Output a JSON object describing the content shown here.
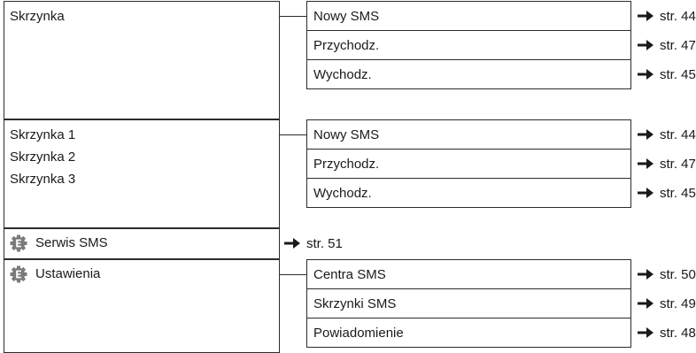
{
  "groups": [
    {
      "titles": [
        "Skrzynka"
      ],
      "icon": null,
      "items": [
        {
          "label": "Nowy SMS",
          "ref": "str. 44"
        },
        {
          "label": "Przychodz.",
          "ref": "str. 47"
        },
        {
          "label": "Wychodz.",
          "ref": "str. 45"
        }
      ]
    },
    {
      "titles": [
        "Skrzynka 1",
        "Skrzynka 2",
        "Skrzynka 3"
      ],
      "icon": null,
      "items": [
        {
          "label": "Nowy SMS",
          "ref": "str. 44"
        },
        {
          "label": "Przychodz.",
          "ref": "str. 47"
        },
        {
          "label": "Wychodz.",
          "ref": "str. 45"
        }
      ]
    },
    {
      "titles": [
        "Serwis SMS"
      ],
      "icon": "gear-e-icon",
      "ref": "str. 51",
      "items": []
    },
    {
      "titles": [
        "Ustawienia"
      ],
      "icon": "gear-e-icon",
      "items": [
        {
          "label": "Centra SMS",
          "ref": "str. 50"
        },
        {
          "label": "Skrzynki SMS",
          "ref": "str. 49"
        },
        {
          "label": "Powiadomienie",
          "ref": "str. 48"
        }
      ]
    }
  ],
  "colors": {
    "line": "#2b2b2b",
    "icon": "#7a7a7a",
    "text": "#1a1a1a"
  }
}
